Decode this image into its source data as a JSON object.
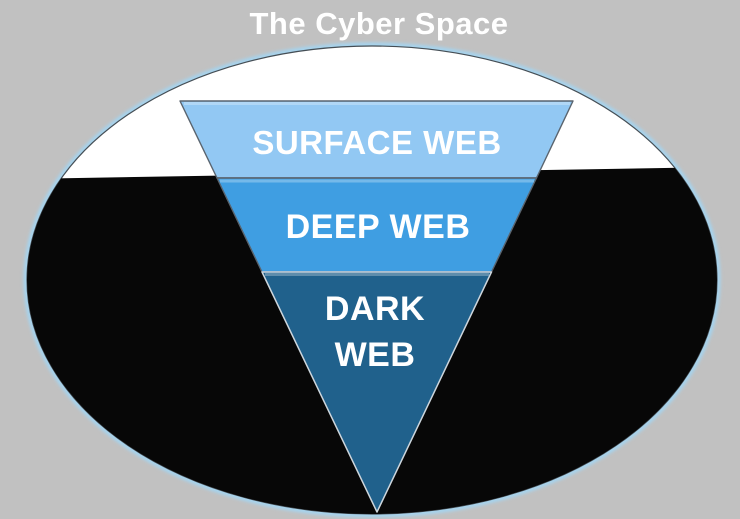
{
  "title": "The Cyber Space",
  "diagram": {
    "type": "iceberg-pyramid",
    "layers": [
      {
        "id": "surface-web",
        "label": "SURFACE WEB"
      },
      {
        "id": "deep-web",
        "label": "DEEP WEB"
      },
      {
        "id": "dark-web",
        "label": "DARK WEB",
        "line1": "DARK",
        "line2": "WEB"
      }
    ]
  },
  "colors": {
    "background": "#c1c1c1",
    "above_water": "#ffffff",
    "under_water": "#070707",
    "ellipse_glow": "#a4d4f0",
    "ellipse_line": "#454e55",
    "surface_web": "#92c8f3",
    "deep_web": "#3f9ee2",
    "dark_web": "#20618c",
    "pyramid_outline": "#5a646e",
    "pyramid_outline_light": "#cdd6dd",
    "bevel_highlight": "rgba(255,255,255,0.28)",
    "label_text": "#ffffff"
  }
}
